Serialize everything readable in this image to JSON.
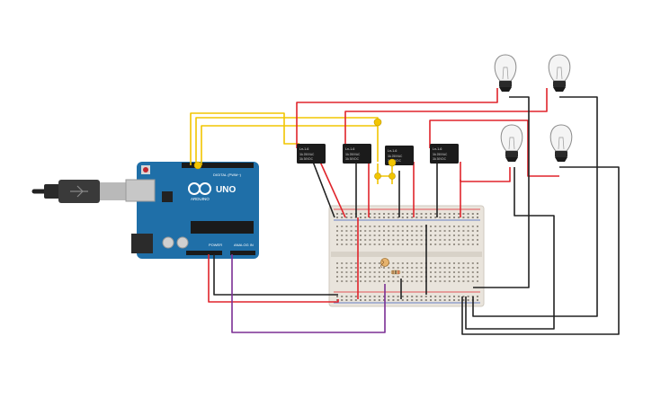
{
  "arduino": {
    "board_name": "UNO",
    "brand": "ARDUINO",
    "digital_header_label": "DIGITAL (PWM~)",
    "power_header_label": "POWER",
    "analog_header_label": "ANALOG IN"
  },
  "relays": [
    {
      "label": "Ln-1-6",
      "line1": "3A 250VAC",
      "line2": "3A 30VDC"
    },
    {
      "label": "Ln-1-6",
      "line1": "3A 250VAC",
      "line2": "3A 30VDC"
    },
    {
      "label": "Ln-1-6",
      "line1": "3A 250VAC",
      "line2": "3A 30VDC"
    },
    {
      "label": "Ln-1-6",
      "line1": "3A 250VAC",
      "line2": "3A 30VDC"
    }
  ],
  "bulb_count": 4,
  "colors": {
    "arduino_blue": "#1f6fa8",
    "wire_red": "#e0242b",
    "wire_yellow": "#f2c500",
    "wire_black": "#222222",
    "wire_purple": "#7b2f94",
    "breadboard": "#e9e4dc",
    "relay_body": "#1b1b1b",
    "bulb_glass": "#f4f4f4"
  }
}
